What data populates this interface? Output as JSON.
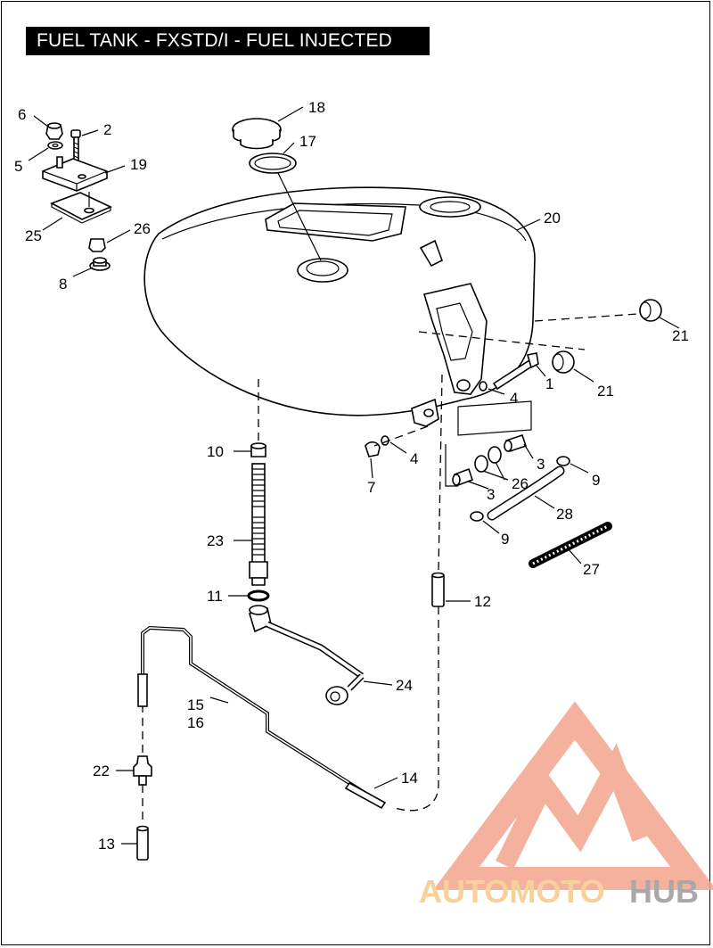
{
  "title": "FUEL TANK - FXSTD/I - FUEL INJECTED",
  "callouts": {
    "c1": "1",
    "c2": "2",
    "c3a": "3",
    "c3b": "3",
    "c4a": "4",
    "c4b": "4",
    "c5": "5",
    "c6": "6",
    "c7": "7",
    "c8": "8",
    "c9a": "9",
    "c9b": "9",
    "c10": "10",
    "c11": "11",
    "c12": "12",
    "c13": "13",
    "c14": "14",
    "c15": "15",
    "c16": "16",
    "c17": "17",
    "c18": "18",
    "c19": "19",
    "c20": "20",
    "c21a": "21",
    "c21b": "21",
    "c22": "22",
    "c23": "23",
    "c24": "24",
    "c25": "25",
    "c26a": "26",
    "c26b": "26",
    "c27": "27",
    "c28": "28"
  },
  "watermark": {
    "brand_part1": "AUTOMOTO",
    "brand_part2": "HUB",
    "color_primary": "#f2a48e",
    "color_secondary": "#f5c98a",
    "color_tertiary": "#9a9a9a"
  }
}
